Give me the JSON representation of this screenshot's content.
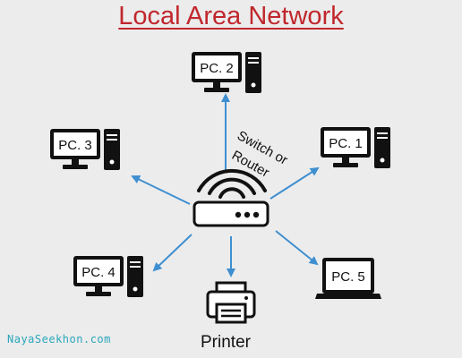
{
  "title": "Local Area Network",
  "switch_label": [
    "Switch or",
    "Router"
  ],
  "printer_label": "Printer",
  "watermark": "NayaSeekhon.com",
  "nodes": [
    {
      "id": "pc2",
      "label": "PC. 2",
      "type": "desktop"
    },
    {
      "id": "pc1",
      "label": "PC. 1",
      "type": "desktop"
    },
    {
      "id": "pc3",
      "label": "PC. 3",
      "type": "desktop"
    },
    {
      "id": "pc4",
      "label": "PC. 4",
      "type": "desktop"
    },
    {
      "id": "pc5",
      "label": "PC. 5",
      "type": "laptop"
    }
  ],
  "colors": {
    "title": "#c0272d",
    "arrow": "#3f8fd0",
    "device": "#111111",
    "watermark": "#2aa7bd"
  }
}
